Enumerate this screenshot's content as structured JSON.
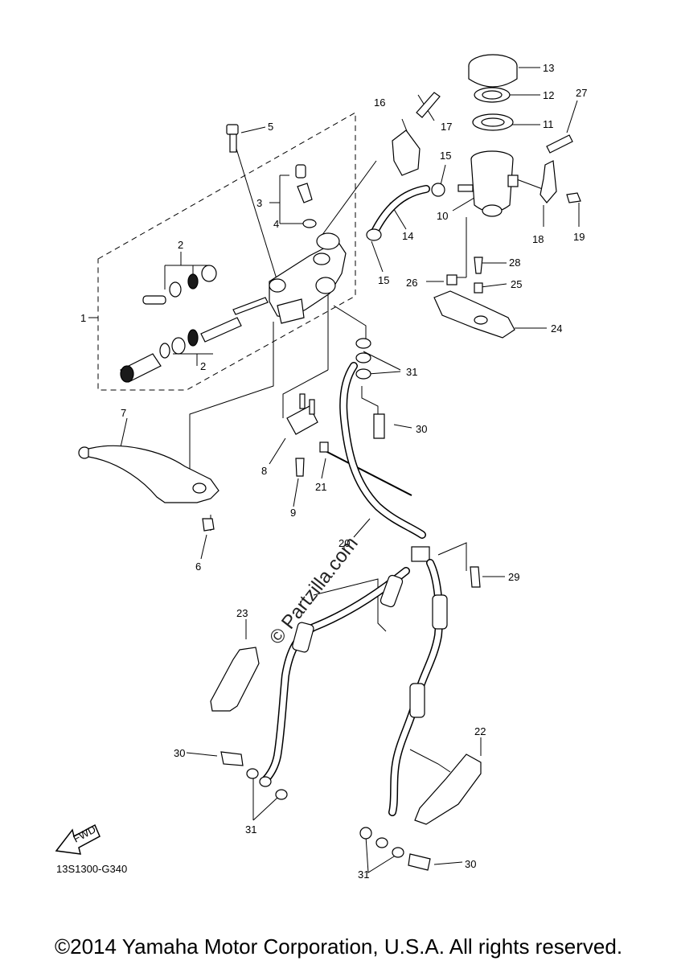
{
  "callouts": [
    {
      "id": "lbl-1",
      "text": "1"
    },
    {
      "id": "lbl-2a",
      "text": "2"
    },
    {
      "id": "lbl-2b",
      "text": "2"
    },
    {
      "id": "lbl-3",
      "text": "3"
    },
    {
      "id": "lbl-4",
      "text": "4"
    },
    {
      "id": "lbl-5",
      "text": "5"
    },
    {
      "id": "lbl-6",
      "text": "6"
    },
    {
      "id": "lbl-7",
      "text": "7"
    },
    {
      "id": "lbl-8",
      "text": "8"
    },
    {
      "id": "lbl-9",
      "text": "9"
    },
    {
      "id": "lbl-10",
      "text": "10"
    },
    {
      "id": "lbl-11",
      "text": "11"
    },
    {
      "id": "lbl-12",
      "text": "12"
    },
    {
      "id": "lbl-13",
      "text": "13"
    },
    {
      "id": "lbl-14",
      "text": "14"
    },
    {
      "id": "lbl-15a",
      "text": "15"
    },
    {
      "id": "lbl-15b",
      "text": "15"
    },
    {
      "id": "lbl-16",
      "text": "16"
    },
    {
      "id": "lbl-17",
      "text": "17"
    },
    {
      "id": "lbl-18",
      "text": "18"
    },
    {
      "id": "lbl-19",
      "text": "19"
    },
    {
      "id": "lbl-20",
      "text": "20"
    },
    {
      "id": "lbl-21",
      "text": "21"
    },
    {
      "id": "lbl-22",
      "text": "22"
    },
    {
      "id": "lbl-23",
      "text": "23"
    },
    {
      "id": "lbl-24",
      "text": "24"
    },
    {
      "id": "lbl-25",
      "text": "25"
    },
    {
      "id": "lbl-26",
      "text": "26"
    },
    {
      "id": "lbl-27",
      "text": "27"
    },
    {
      "id": "lbl-28",
      "text": "28"
    },
    {
      "id": "lbl-29",
      "text": "29"
    },
    {
      "id": "lbl-30a",
      "text": "30"
    },
    {
      "id": "lbl-30b",
      "text": "30"
    },
    {
      "id": "lbl-30c",
      "text": "30"
    },
    {
      "id": "lbl-31a",
      "text": "31"
    },
    {
      "id": "lbl-31b",
      "text": "31"
    },
    {
      "id": "lbl-31c",
      "text": "31"
    }
  ],
  "fwd_label": "FWD",
  "watermark": "© Partzilla.com",
  "drawing_code": "13S1300-G340",
  "copyright": "©2014 Yamaha Motor Corporation, U.S.A. All rights reserved."
}
